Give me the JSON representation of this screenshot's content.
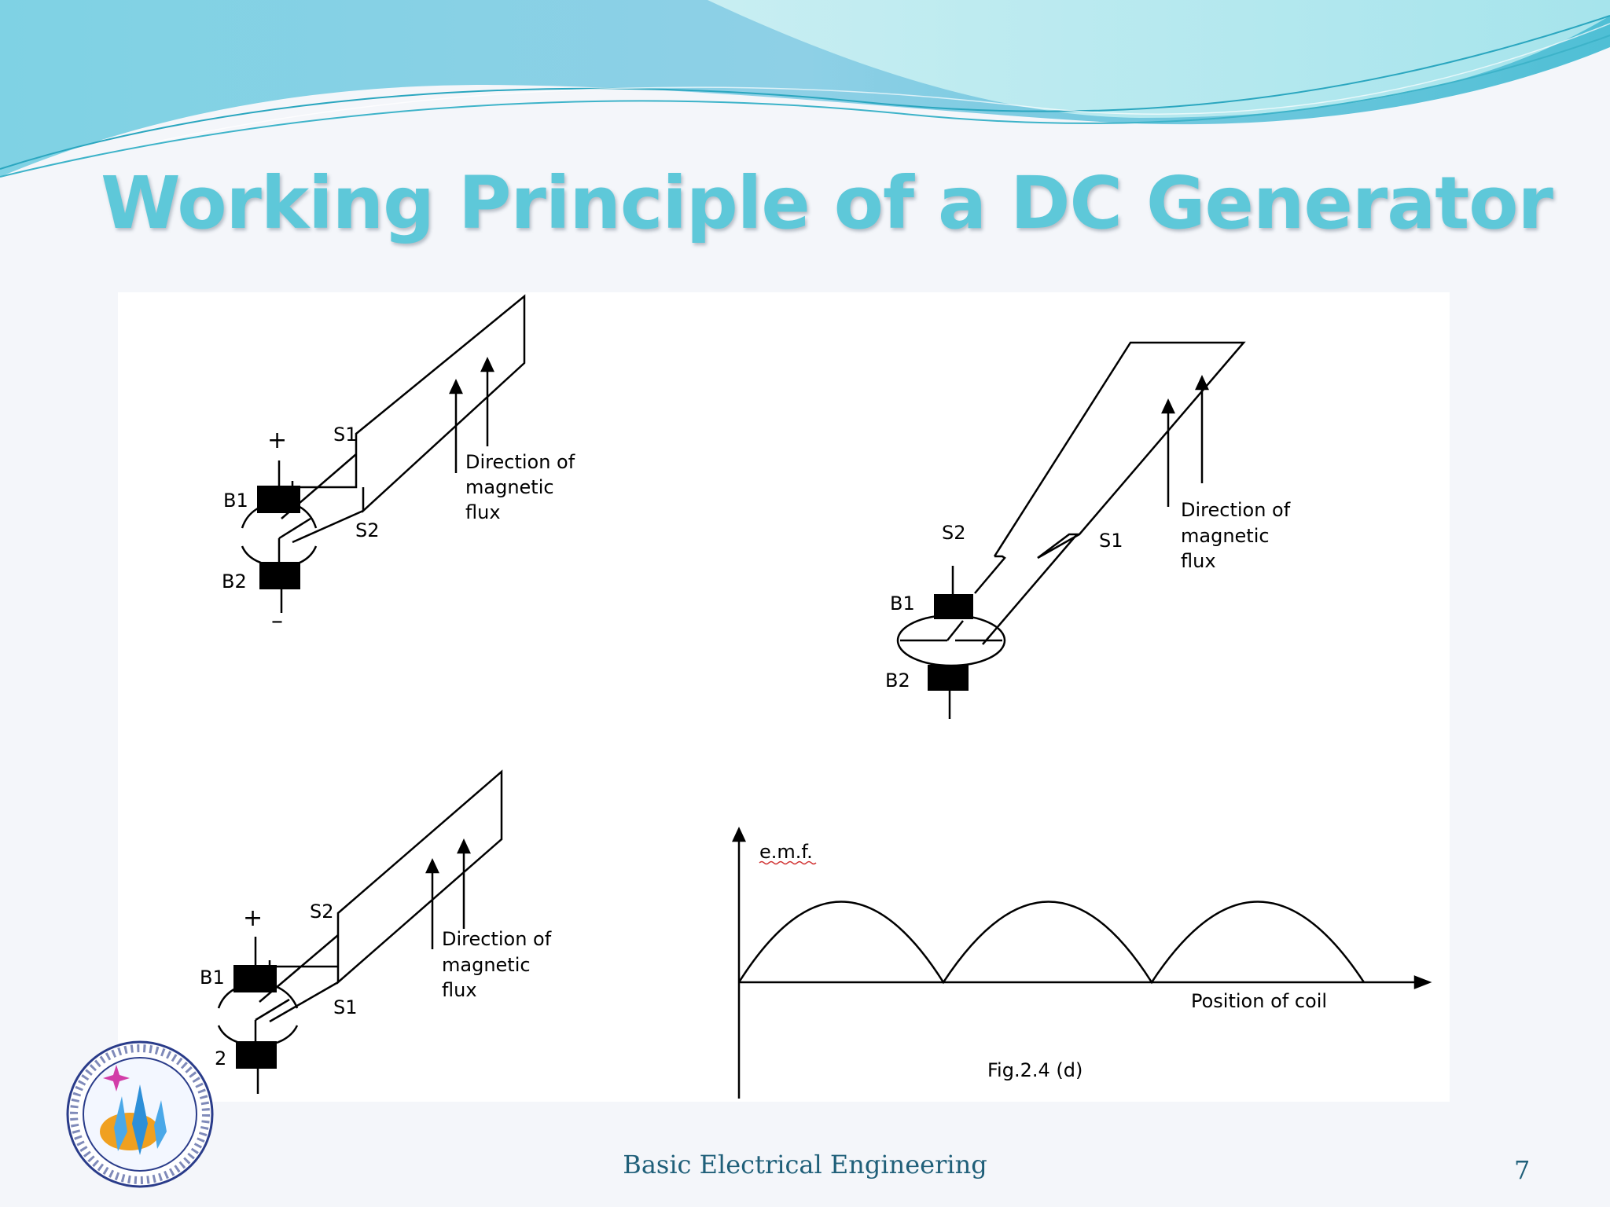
{
  "slide": {
    "title": "Working Principle of a DC Generator",
    "footer": "Basic Electrical Engineering",
    "page_number": "7"
  },
  "diagram": {
    "panel_a": {
      "labels": {
        "s1": "S1",
        "s2": "S2",
        "b1": "B1",
        "b2": "B2",
        "plus": "+",
        "minus": "–"
      },
      "flux": [
        "Direction of",
        "magnetic",
        "flux"
      ]
    },
    "panel_b": {
      "labels": {
        "s1": "S1",
        "s2": "S2",
        "b1": "B1",
        "b2": "B2"
      },
      "flux": [
        "Direction of",
        "magnetic",
        "flux"
      ]
    },
    "panel_c": {
      "labels": {
        "s1": "S1",
        "s2": "S2",
        "b1": "B1",
        "b2": "2",
        "plus": "+"
      },
      "flux": [
        "Direction of",
        "magnetic",
        "flux"
      ]
    },
    "graph": {
      "ylabel": "e.m.f.",
      "xlabel": "Position of coil",
      "caption": "Fig.2.4 (d)"
    }
  },
  "colors": {
    "title": "#5ec8d9",
    "footer": "#1f5f79",
    "wave_light": "#b7e9ef",
    "wave_mid": "#57c3d6"
  }
}
